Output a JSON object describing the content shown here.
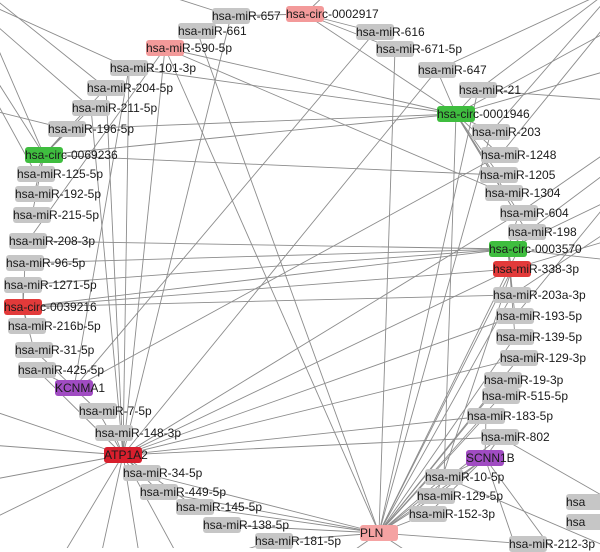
{
  "network": {
    "nodes": [
      {
        "id": "mir657",
        "label": "hsa-miR-657",
        "kind": "mirna"
      },
      {
        "id": "circ2917",
        "label": "hsa-circ-0002917",
        "kind": "circ-pink"
      },
      {
        "id": "mir661",
        "label": "hsa-miR-661",
        "kind": "mirna"
      },
      {
        "id": "mir616",
        "label": "hsa-miR-616",
        "kind": "mirna"
      },
      {
        "id": "mir590",
        "label": "hsa-miR-590-5p",
        "kind": "circ-pink"
      },
      {
        "id": "mir671",
        "label": "hsa-miR-671-5p",
        "kind": "mirna"
      },
      {
        "id": "mir101",
        "label": "hsa-miR-101-3p",
        "kind": "mirna"
      },
      {
        "id": "mir647",
        "label": "hsa-miR-647",
        "kind": "mirna"
      },
      {
        "id": "mir204",
        "label": "hsa-miR-204-5p",
        "kind": "mirna"
      },
      {
        "id": "mir21",
        "label": "hsa-miR-21",
        "kind": "mirna"
      },
      {
        "id": "mir211",
        "label": "hsa-miR-211-5p",
        "kind": "mirna"
      },
      {
        "id": "circ1946",
        "label": "hsa-circ-0001946",
        "kind": "circ"
      },
      {
        "id": "mir196",
        "label": "hsa-miR-196-5p",
        "kind": "mirna"
      },
      {
        "id": "mir203",
        "label": "hsa-miR-203",
        "kind": "mirna"
      },
      {
        "id": "circ69236",
        "label": "hsa-circ-0069236",
        "kind": "circ"
      },
      {
        "id": "mir1248",
        "label": "hsa-miR-1248",
        "kind": "mirna"
      },
      {
        "id": "mir125",
        "label": "hsa-miR-125-5p",
        "kind": "mirna"
      },
      {
        "id": "mir1205",
        "label": "hsa-miR-1205",
        "kind": "mirna"
      },
      {
        "id": "mir192",
        "label": "hsa-miR-192-5p",
        "kind": "mirna"
      },
      {
        "id": "mir1304",
        "label": "hsa-miR-1304",
        "kind": "mirna"
      },
      {
        "id": "mir215",
        "label": "hsa-miR-215-5p",
        "kind": "mirna"
      },
      {
        "id": "mir604",
        "label": "hsa-miR-604",
        "kind": "mirna"
      },
      {
        "id": "mir198",
        "label": "hsa-miR-198",
        "kind": "mirna"
      },
      {
        "id": "mir208",
        "label": "hsa-miR-208-3p",
        "kind": "mirna"
      },
      {
        "id": "circ3570",
        "label": "hsa-circ-0003570",
        "kind": "circ"
      },
      {
        "id": "mir96",
        "label": "hsa-miR-96-5p",
        "kind": "mirna"
      },
      {
        "id": "mir338",
        "label": "hsa-miR-338-3p",
        "kind": "circ-red"
      },
      {
        "id": "mir1271",
        "label": "hsa-miR-1271-5p",
        "kind": "mirna"
      },
      {
        "id": "mir203a",
        "label": "hsa-miR-203a-3p",
        "kind": "mirna"
      },
      {
        "id": "circ39216",
        "label": "hsa-circ-0039216",
        "kind": "circ-red"
      },
      {
        "id": "mir193",
        "label": "hsa-miR-193-5p",
        "kind": "mirna"
      },
      {
        "id": "mir216b",
        "label": "hsa-miR-216b-5p",
        "kind": "mirna"
      },
      {
        "id": "mir139",
        "label": "hsa-miR-139-5p",
        "kind": "mirna"
      },
      {
        "id": "mir31",
        "label": "hsa-miR-31-5p",
        "kind": "mirna"
      },
      {
        "id": "mir129_3",
        "label": "hsa-miR-129-3p",
        "kind": "mirna"
      },
      {
        "id": "mir425",
        "label": "hsa-miR-425-5p",
        "kind": "mirna"
      },
      {
        "id": "mir19",
        "label": "hsa-miR-19-3p",
        "kind": "mirna"
      },
      {
        "id": "kcnma1",
        "label": "KCNMA1",
        "kind": "gene-purple"
      },
      {
        "id": "mir515",
        "label": "hsa-miR-515-5p",
        "kind": "mirna"
      },
      {
        "id": "mir7",
        "label": "hsa-miR-7-5p",
        "kind": "mirna"
      },
      {
        "id": "mir183",
        "label": "hsa-miR-183-5p",
        "kind": "mirna"
      },
      {
        "id": "mir148",
        "label": "hsa-miR-148-3p",
        "kind": "mirna"
      },
      {
        "id": "mir802",
        "label": "hsa-miR-802",
        "kind": "mirna"
      },
      {
        "id": "atp1a2",
        "label": "ATP1A2",
        "kind": "gene-red"
      },
      {
        "id": "scnn1b",
        "label": "SCNN1B",
        "kind": "gene-purple"
      },
      {
        "id": "mir34",
        "label": "hsa-miR-34-5p",
        "kind": "mirna"
      },
      {
        "id": "mir10",
        "label": "hsa-miR-10-5p",
        "kind": "mirna"
      },
      {
        "id": "mir449",
        "label": "hsa-miR-449-5p",
        "kind": "mirna"
      },
      {
        "id": "mir129_5",
        "label": "hsa-miR-129-5p",
        "kind": "mirna"
      },
      {
        "id": "mir145",
        "label": "hsa-miR-145-5p",
        "kind": "mirna"
      },
      {
        "id": "mir152",
        "label": "hsa-miR-152-3p",
        "kind": "mirna"
      },
      {
        "id": "mir138",
        "label": "hsa-miR-138-5p",
        "kind": "mirna"
      },
      {
        "id": "pln",
        "label": "PLN",
        "kind": "gene-pink"
      },
      {
        "id": "mir181",
        "label": "hsa-miR-181-5p",
        "kind": "mirna"
      },
      {
        "id": "mir212",
        "label": "hsa-miR-212-3p",
        "kind": "mirna"
      },
      {
        "id": "hsa_edge_a",
        "label": "hsa",
        "kind": "mirna"
      },
      {
        "id": "hsa_edge_b",
        "label": "hsa",
        "kind": "mirna"
      }
    ]
  }
}
